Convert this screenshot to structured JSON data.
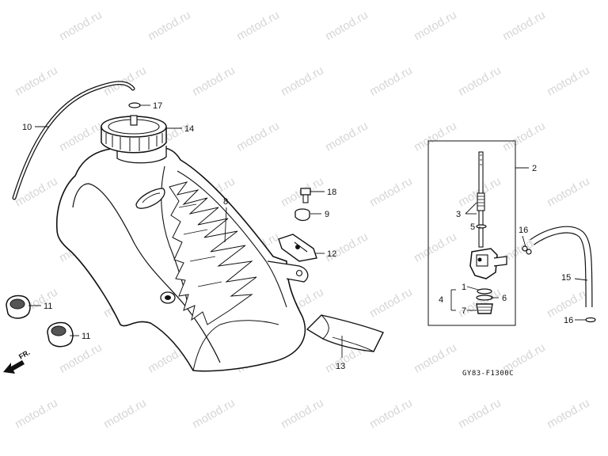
{
  "watermark": "motod.ru",
  "diagram_code": "GY83-F1300C",
  "front_marker": "FR.",
  "callouts": {
    "c1": "1",
    "c2": "2",
    "c3": "3",
    "c4": "4",
    "c5": "5",
    "c6": "6",
    "c7": "7",
    "c8": "8",
    "c9": "9",
    "c10": "10",
    "c11a": "11",
    "c11b": "11",
    "c12": "12",
    "c13": "13",
    "c14": "14",
    "c15": "15",
    "c16a": "16",
    "c16b": "16",
    "c17": "17",
    "c18": "18"
  }
}
